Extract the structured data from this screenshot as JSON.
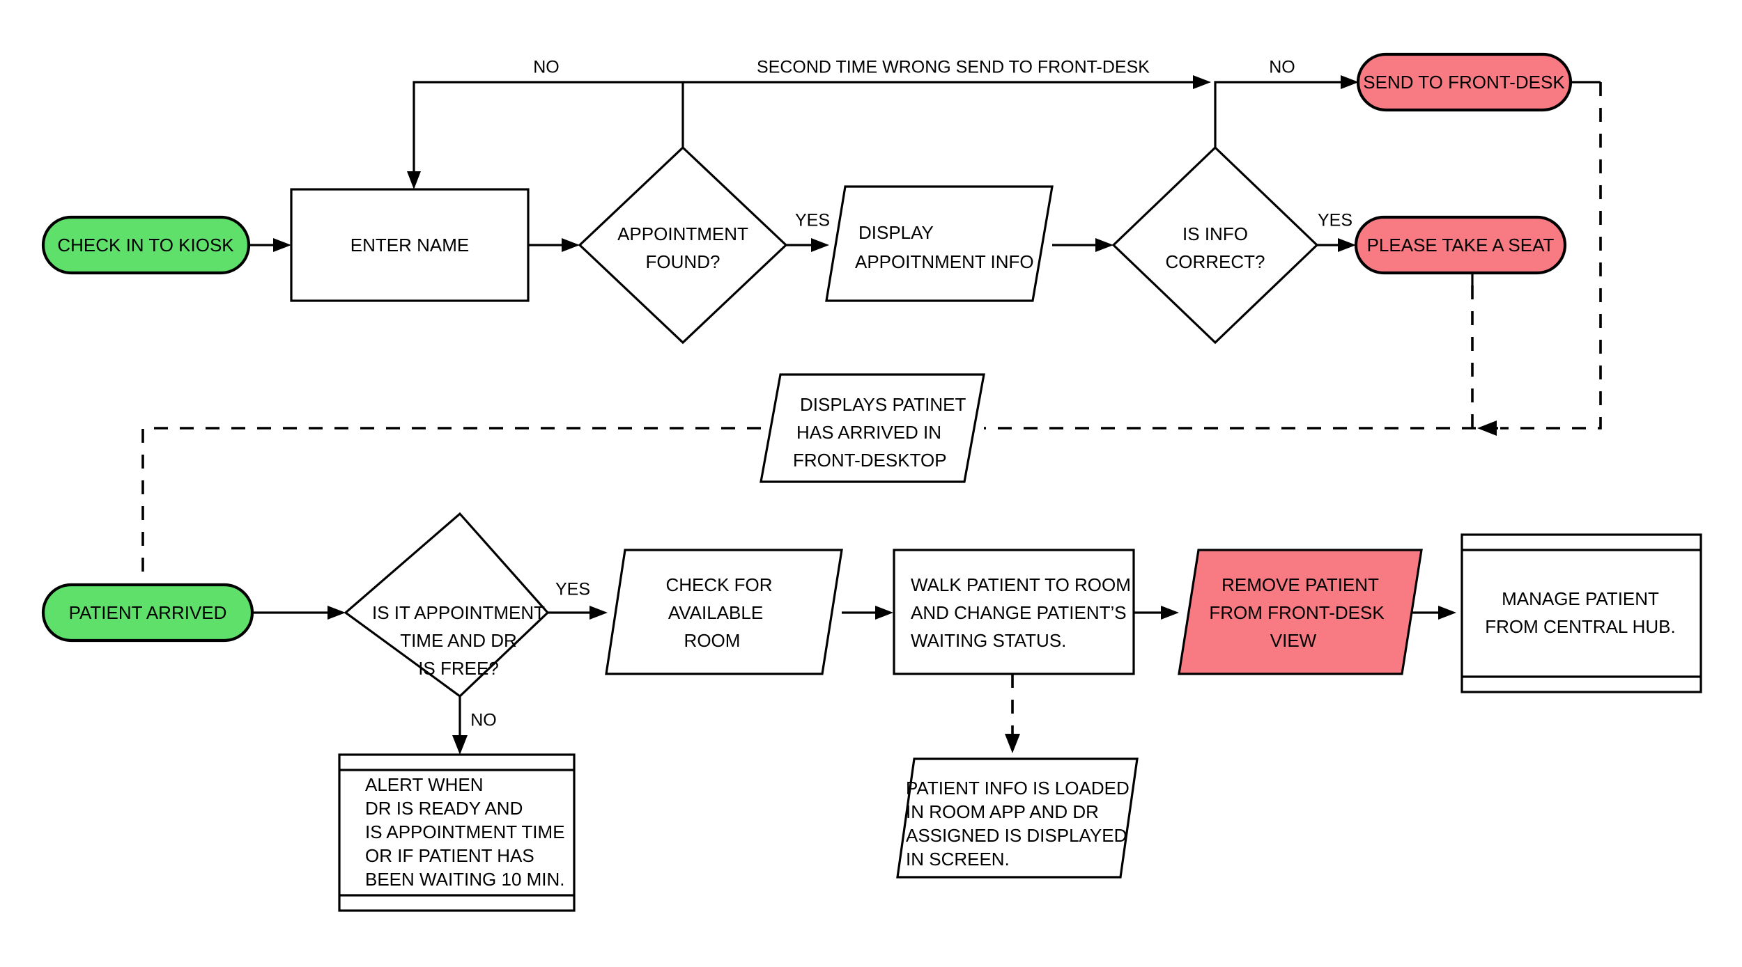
{
  "diagram": {
    "title": "Patient Check-In and Room Assignment Flowchart",
    "background_color": "#ffffff",
    "colors": {
      "terminal_green": "#5EE06B",
      "terminal_red": "#F87B84",
      "stroke": "#000000",
      "fill_white": "#ffffff"
    },
    "nodes": {
      "check_in_kiosk": {
        "label": "CHECK IN TO KIOSK",
        "shape": "terminal-rounded",
        "fill": "#5EE06B"
      },
      "enter_name": {
        "label": "ENTER NAME",
        "shape": "process-rectangle",
        "fill": "#ffffff"
      },
      "appointment_found": {
        "line1": "APPOINTMENT",
        "line2": "FOUND?",
        "shape": "decision-diamond",
        "fill": "#ffffff"
      },
      "display_appointment_info": {
        "line1": "DISPLAY",
        "line2": "APPOITNMENT INFO",
        "shape": "io-parallelogram",
        "fill": "#ffffff"
      },
      "is_info_correct": {
        "line1": "IS INFO",
        "line2": "CORRECT?",
        "shape": "decision-diamond",
        "fill": "#ffffff"
      },
      "send_to_front_desk": {
        "label": "SEND TO FRONT-DESK",
        "shape": "terminal-rounded",
        "fill": "#F87B84"
      },
      "please_take_a_seat": {
        "label": "PLEASE TAKE A SEAT",
        "shape": "terminal-rounded",
        "fill": "#F87B84"
      },
      "displays_patient_arrived": {
        "line1": "DISPLAYS PATINET",
        "line2": "HAS ARRIVED IN",
        "line3": "FRONT-DESKTOP",
        "shape": "io-parallelogram",
        "fill": "#ffffff"
      },
      "patient_arrived": {
        "label": "PATIENT ARRIVED",
        "shape": "terminal-rounded",
        "fill": "#5EE06B"
      },
      "is_appointment_time": {
        "line1": "IS IT APPOINTMENT",
        "line2": "TIME AND DR",
        "line3": "IS FREE?",
        "shape": "decision-diamond",
        "fill": "#ffffff"
      },
      "check_for_room": {
        "line1": "CHECK FOR",
        "line2": "AVAILABLE",
        "line3": "ROOM",
        "shape": "io-parallelogram",
        "fill": "#ffffff"
      },
      "walk_patient_to_room": {
        "line1": "WALK PATIENT TO ROOM",
        "line2": "AND CHANGE PATIENT’S",
        "line3": "WAITING STATUS.",
        "shape": "process-rectangle",
        "fill": "#ffffff"
      },
      "remove_patient_front_desk": {
        "line1": "REMOVE PATIENT",
        "line2": "FROM FRONT-DESK",
        "line3": "VIEW",
        "shape": "io-parallelogram",
        "fill": "#F87B84"
      },
      "manage_patient_central_hub": {
        "line1": "MANAGE PATIENT",
        "line2": "FROM CENTRAL HUB.",
        "shape": "stacked-document",
        "fill": "#ffffff"
      },
      "alert_when_dr_ready": {
        "line1": "ALERT WHEN",
        "line2": "DR IS READY AND",
        "line3": "IS APPOINTMENT TIME",
        "line4": "OR IF PATIENT HAS",
        "line5": "BEEN WAITING 10 MIN.",
        "shape": "stacked-document",
        "fill": "#ffffff"
      },
      "patient_info_loaded": {
        "line1": "PATIENT INFO IS LOADED",
        "line2": "IN ROOM APP AND DR",
        "line3": "ASSIGNED IS DISPLAYED",
        "line4": "IN SCREEN.",
        "shape": "io-parallelogram",
        "fill": "#ffffff"
      }
    },
    "edge_labels": {
      "no_appointment_found": "NO",
      "second_time_wrong": "SECOND TIME WRONG SEND TO FRONT-DESK",
      "no_info_correct": "NO",
      "yes_appointment_found": "YES",
      "yes_info_correct": "YES",
      "yes_appointment_time": "YES",
      "no_appointment_time": "NO"
    }
  }
}
